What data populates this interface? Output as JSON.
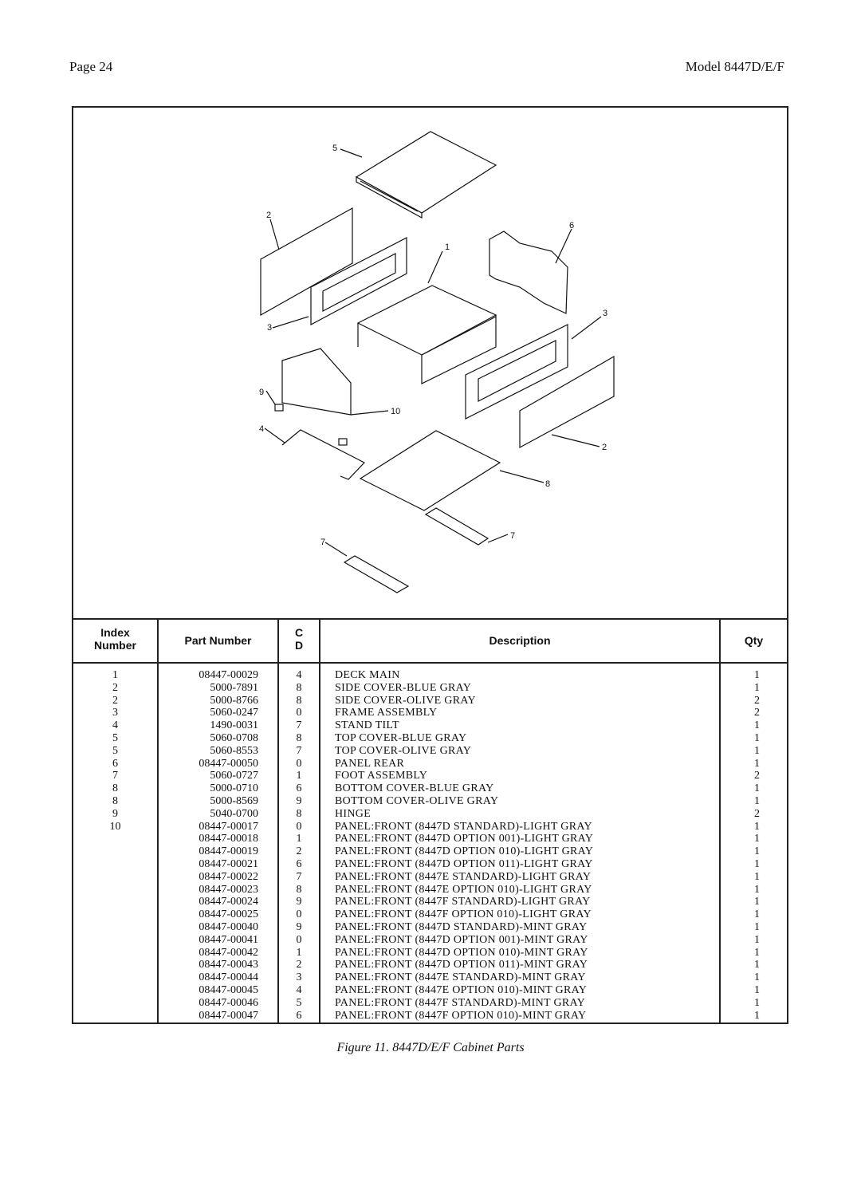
{
  "header": {
    "page": "Page 24",
    "model": "Model 8447D/E/F"
  },
  "figure": {
    "callouts": [
      "5",
      "2",
      "1",
      "6",
      "3",
      "3",
      "9",
      "10",
      "4",
      "2",
      "8",
      "7",
      "7"
    ]
  },
  "table": {
    "headers": {
      "index_line1": "Index",
      "index_line2": "Number",
      "part": "Part Number",
      "cd_line1": "C",
      "cd_line2": "D",
      "desc": "Description",
      "qty": "Qty"
    },
    "rows": [
      {
        "index": "1",
        "part": "08447-00029",
        "cd": "4",
        "desc": "DECK MAIN",
        "qty": "1"
      },
      {
        "index": "2",
        "part": "5000-7891",
        "cd": "8",
        "desc": "SIDE COVER-BLUE GRAY",
        "qty": "1"
      },
      {
        "index": "2",
        "part": "5000-8766",
        "cd": "8",
        "desc": "SIDE COVER-OLIVE GRAY",
        "qty": "2"
      },
      {
        "index": "3",
        "part": "5060-0247",
        "cd": "0",
        "desc": "FRAME ASSEMBLY",
        "qty": "2"
      },
      {
        "index": "4",
        "part": "1490-0031",
        "cd": "7",
        "desc": "STAND TILT",
        "qty": "1"
      },
      {
        "index": "5",
        "part": "5060-0708",
        "cd": "8",
        "desc": "TOP COVER-BLUE GRAY",
        "qty": "1"
      },
      {
        "index": "5",
        "part": "5060-8553",
        "cd": "7",
        "desc": "TOP COVER-OLIVE GRAY",
        "qty": "1"
      },
      {
        "index": "6",
        "part": "08447-00050",
        "cd": "0",
        "desc": "PANEL REAR",
        "qty": "1"
      },
      {
        "index": "7",
        "part": "5060-0727",
        "cd": "1",
        "desc": "FOOT ASSEMBLY",
        "qty": "2"
      },
      {
        "index": "8",
        "part": "5000-0710",
        "cd": "6",
        "desc": "BOTTOM COVER-BLUE GRAY",
        "qty": "1"
      },
      {
        "index": "8",
        "part": "5000-8569",
        "cd": "9",
        "desc": "BOTTOM COVER-OLIVE GRAY",
        "qty": "1"
      },
      {
        "index": "9",
        "part": "5040-0700",
        "cd": "8",
        "desc": "HINGE",
        "qty": "2"
      },
      {
        "index": "10",
        "part": "08447-00017",
        "cd": "0",
        "desc": "PANEL:FRONT (8447D STANDARD)-LIGHT GRAY",
        "qty": "1"
      },
      {
        "index": "",
        "part": "08447-00018",
        "cd": "1",
        "desc": "PANEL:FRONT (8447D OPTION 001)-LIGHT GRAY",
        "qty": "1"
      },
      {
        "index": "",
        "part": "08447-00019",
        "cd": "2",
        "desc": "PANEL:FRONT (8447D OPTION 010)-LIGHT GRAY",
        "qty": "1"
      },
      {
        "index": "",
        "part": "08447-00021",
        "cd": "6",
        "desc": "PANEL:FRONT (8447D OPTION 011)-LIGHT GRAY",
        "qty": "1"
      },
      {
        "index": "",
        "part": "08447-00022",
        "cd": "7",
        "desc": "PANEL:FRONT (8447E STANDARD)-LIGHT GRAY",
        "qty": "1"
      },
      {
        "index": "",
        "part": "08447-00023",
        "cd": "8",
        "desc": "PANEL:FRONT (8447E OPTION 010)-LIGHT GRAY",
        "qty": "1"
      },
      {
        "index": "",
        "part": "08447-00024",
        "cd": "9",
        "desc": "PANEL:FRONT (8447F STANDARD)-LIGHT GRAY",
        "qty": "1"
      },
      {
        "index": "",
        "part": "08447-00025",
        "cd": "0",
        "desc": "PANEL:FRONT (8447F OPTION 010)-LIGHT GRAY",
        "qty": "1"
      },
      {
        "index": "",
        "part": "08447-00040",
        "cd": "9",
        "desc": "PANEL:FRONT (8447D STANDARD)-MINT GRAY",
        "qty": "1"
      },
      {
        "index": "",
        "part": "08447-00041",
        "cd": "0",
        "desc": "PANEL:FRONT (8447D OPTION 001)-MINT GRAY",
        "qty": "1"
      },
      {
        "index": "",
        "part": "08447-00042",
        "cd": "1",
        "desc": "PANEL:FRONT (8447D OPTION 010)-MINT GRAY",
        "qty": "1"
      },
      {
        "index": "",
        "part": "08447-00043",
        "cd": "2",
        "desc": "PANEL:FRONT (8447D OPTION 011)-MINT GRAY",
        "qty": "1"
      },
      {
        "index": "",
        "part": "08447-00044",
        "cd": "3",
        "desc": "PANEL:FRONT (8447E STANDARD)-MINT GRAY",
        "qty": "1"
      },
      {
        "index": "",
        "part": "08447-00045",
        "cd": "4",
        "desc": "PANEL:FRONT (8447E OPTION 010)-MINT GRAY",
        "qty": "1"
      },
      {
        "index": "",
        "part": "08447-00046",
        "cd": "5",
        "desc": "PANEL:FRONT (8447F STANDARD)-MINT GRAY",
        "qty": "1"
      },
      {
        "index": "",
        "part": "08447-00047",
        "cd": "6",
        "desc": "PANEL:FRONT (8447F OPTION 010)-MINT GRAY",
        "qty": "1"
      }
    ]
  },
  "caption": "Figure 11. 8447D/E/F Cabinet Parts"
}
